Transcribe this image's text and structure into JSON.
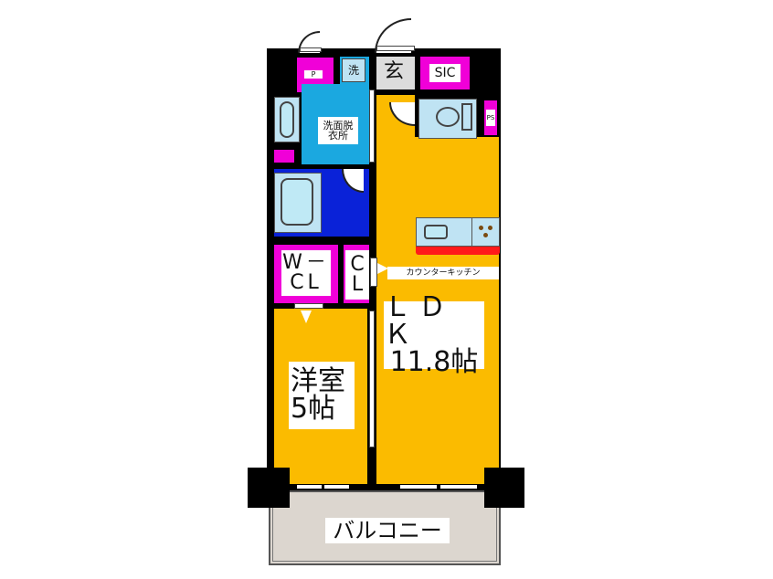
{
  "floorplan": {
    "rooms": {
      "ldk": {
        "name": "ＬＤＫ",
        "size": "11.8帖"
      },
      "western_room": {
        "name": "洋室",
        "size": "5帖"
      },
      "washroom": {
        "name": "洗面脱\n衣所",
        "line1": "洗面脱",
        "line2": "衣所"
      },
      "entrance": {
        "name": "玄"
      },
      "shoe_closet": {
        "name": "SIC"
      },
      "walk_in_closet": {
        "line1": "W－",
        "line2": "CL"
      },
      "closet": {
        "line1": "C",
        "line2": "L"
      },
      "counter_kitchen": {
        "name": "カウンターキッチン"
      },
      "balcony": {
        "name": "バルコニー"
      },
      "washing_machine": {
        "name": "洗"
      },
      "pipe_space_left": {
        "name": "P"
      },
      "pipe_space_right": {
        "name": "PS"
      }
    },
    "colors": {
      "wall": "#000000",
      "ldk_floor": "#fbbb00",
      "washroom": "#1ba8e0",
      "bathroom": "#0a22d8",
      "closet": "#f000d8",
      "entrance": "#dcdcdc",
      "fixtures": "#bfe3f3",
      "balcony": "#dcd6cf",
      "kitchen_counter": "#ff1a1a"
    }
  }
}
